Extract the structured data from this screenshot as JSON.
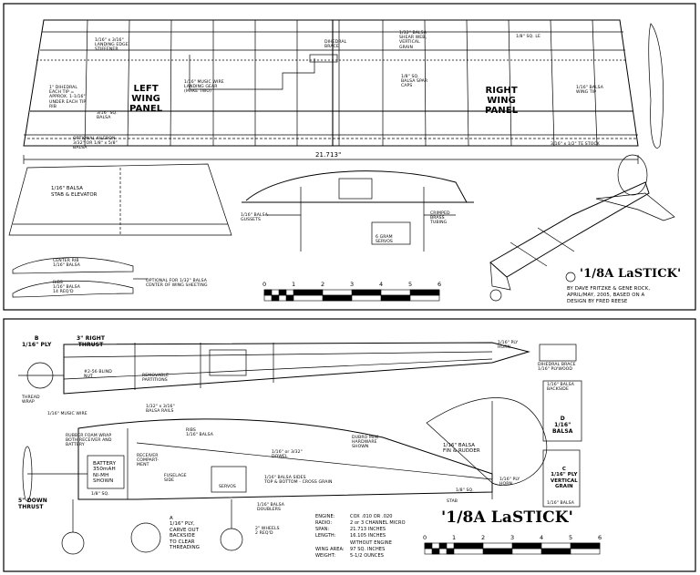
{
  "title": "'1/8A LaSTICK'",
  "credit": "BY DAVE FRITZKE & GENE ROCK,\nAPRIL/MAY, 2005, BASED ON A\nDESIGN BY FRED REESE",
  "wing": {
    "span_dim": "21.713\"",
    "left_panel": "LEFT\nWING\nPANEL",
    "right_panel": "RIGHT\nWING\nPANEL",
    "notes": {
      "landing_edge": "1/16\" x 3/16\"\nLANDING EDGE\nSTIFFENER",
      "dihedral_brace": "DIHEDRAL\nBRACE",
      "shear_web": "1/32\" BALSA\nSHEAR WEB,\nVERTICAL\nGRAIN",
      "sq_le": "1/8\" SQ. LE",
      "dihedral": "1\" DIHEDRAL\nEACH TIP =\nAPPROX. 1-1/16\"\nUNDER EACH TIP\nRIB",
      "landing_gear": "1/16\" MUSIC WIRE\nLANDING GEAR\n(MAKE TWO)",
      "spar_caps": "1/8\" SQ.\nBALSA SPAR\nCAPS",
      "wing_tip": "1/16\" BALSA\nWING TIP",
      "sq_balsa": "3/16\" SQ.\nBALSA",
      "aileron": "OPTIONAL AILERON\n3/32\" OR 1/8\" x 5/8\"\nBALSA",
      "te_stock": "3/16\" x 1/2\" TE STOCK"
    }
  },
  "stab": {
    "label": "1/16\" BALSA\nSTAB & ELEVATOR"
  },
  "ribs": {
    "center_rib": "CENTER RIB\n1/16\" BALSA",
    "ribs": "RIBS\n1/16\" BALSA\n14 REQ'D",
    "sheeting_note": "OPTIONAL FOR 1/32\" BALSA\nCENTER OF WING SHEETING"
  },
  "fuselage_section": {
    "gussets": "1/16\" BALSA\nGUSSETS",
    "servos": "6 GRAM\nSERVOS",
    "tubing": "CRIMPED\nBRASS\nTUBING"
  },
  "scale_top": {
    "ticks": [
      "0",
      "1",
      "2",
      "3",
      "4",
      "5",
      "6"
    ]
  },
  "side_view": {
    "b_ply": "B\n1/16\" PLY",
    "right_thrust": "3\" RIGHT\nTHRUST",
    "blind_nut": "#2-56 BLIND\nNUT",
    "removable": "REMOVABLE\nPARTITIONS",
    "balsa_rails": "1/32\" x 3/16\"\nBALSA RAILS",
    "thread_wrap": "THREAD\nWRAP",
    "music_wire": "1/16\" MUSIC WIRE",
    "foam_wrap": "RUBBER FOAM WRAP\nBOTH RECEIVER AND\nBATTERY",
    "ribs": "RIBS\n1/16\" BALSA",
    "battery": "BATTERY\n350mAH\nNI-MH\nSHOWN",
    "receiver": "RECEIVER\nCOMPART-\nMENT",
    "fuselage_side": "FUSELAGE\nSIDE",
    "sq": "1/8\" SQ.",
    "dowel": "1/16\" or 3/32\"\nDOWEL",
    "sides": "1/16\" BALSA SIDES\nTOP & BOTTOM - CROSS GRAIN",
    "hardware": "DUBRO MINI\nHARDWARE\nSHOWN",
    "fin_rudder": "1/16\" BALSA\nFIN & RUDDER",
    "ply_horn_top": "1/16\" PLY\nHORN",
    "ply_horn_bot": "1/16\" PLY\nHORN",
    "stab": "STAB",
    "sq2": "1/8\" SQ.",
    "servos": "SERVOS",
    "doublers": "1/16\" BALSA\nDOUBLERS",
    "down_thrust": "5\" DOWN\nTHRUST",
    "ply_carve": "A\n1/16\" PLY,\nCARVE OUT\nBACKSIDE\nTO CLEAR\nTHREADING",
    "wheels": "2\" WHEELS\n2 REQ'D",
    "dihedral_brace": "DIHEDRAL BRACE\n1/16\" PLYWOOD",
    "d_balsa_top": "1/16\" BALSA\nBACKSIDE",
    "d_label": "D\n1/16\"\nBALSA",
    "c_ply": "C\n1/16\" PLY\nVERTICAL\nGRAIN",
    "c_balsa": "1/16\" BALSA"
  },
  "specs": {
    "rows": [
      {
        "k": "ENGINE:",
        "v": "COX .010 OR .020"
      },
      {
        "k": "RADIO:",
        "v": "2 or 3 CHANNEL MICRO"
      },
      {
        "k": "SPAN:",
        "v": "21.713 INCHES"
      },
      {
        "k": "LENGTH:",
        "v": "16.105 INCHES\nWITHOUT ENGINE"
      },
      {
        "k": "WING AREA:",
        "v": "97 SQ. INCHES"
      },
      {
        "k": "WEIGHT:",
        "v": "5-1/2 OUNCES"
      }
    ]
  },
  "scale_bottom": {
    "ticks": [
      "0",
      "1",
      "2",
      "3",
      "4",
      "5",
      "6"
    ]
  }
}
